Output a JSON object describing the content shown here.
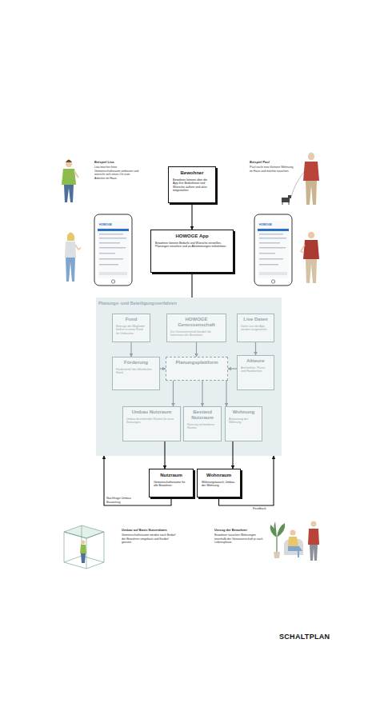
{
  "diagram": {
    "nodes": [
      {
        "text": [
          "Bewohner",
          "Bewohner können über die App ihre Bedürfnisse und Wünsche äußern und aktiv mitgestalten."
        ]
      },
      {
        "text": [
          "HOWOGE App",
          "Bewohner können Bedarfe und Wünsche einstellen, Planungen einsehen und an Abstimmungen teilnehmen."
        ]
      },
      {
        "text": [
          "Planungs- und Beteiligungsverfahren"
        ]
      },
      {
        "text": [
          "Fond",
          "Beiträge der Mitglieder fließen in einen Fond für Umbauten."
        ],
        "in": 2
      },
      {
        "text": [
          "HOWOGE Genossenschaft",
          "Die Genossenschaft bündelt die Interessen der Bewohner."
        ],
        "in": 2
      },
      {
        "text": [
          "Live Daten",
          "Daten aus der App werden ausgewertet."
        ],
        "in": 2
      },
      {
        "text": [
          "Förderung",
          "Fördermittel der öffentlichen Hand."
        ],
        "in": 2
      },
      {
        "text": [
          "Planungsplattform"
        ],
        "in": 2
      },
      {
        "text": [
          "Akteure",
          "Architekten, Planer und Handwerker."
        ],
        "in": 2
      },
      {
        "text": [
          "Umbau Nutzraum",
          "Umbau bestehender Räume für neue Nutzungen."
        ],
        "in": 2
      },
      {
        "text": [
          "Bestand Nutzraum",
          "Nutzung vorhandener Räume."
        ],
        "in": 2
      },
      {
        "text": [
          "Wohnung",
          "Anpassung der Wohnung."
        ],
        "in": 2
      },
      {
        "text": [
          "Nutzraum",
          "Gemeinschaftsräume für alle Bewohner."
        ]
      },
      {
        "text": [
          "Wohnraum",
          "Wohnungstausch, Umbau der Wohnung."
        ]
      }
    ],
    "edges": [
      {
        "from": 0,
        "to": 1,
        "arrow": "to"
      },
      {
        "from": 1,
        "to": 2,
        "arrow": "none"
      },
      {
        "from": 3,
        "to": 6,
        "arrow": "to"
      },
      {
        "from": 4,
        "to": 7,
        "arrow": "to"
      },
      {
        "from": 5,
        "to": 8,
        "arrow": "to"
      },
      {
        "from": 6,
        "to": 7,
        "arrow": "to"
      },
      {
        "from": 8,
        "to": 7,
        "arrow": "to"
      },
      {
        "from": 7,
        "to": 9,
        "arrow": "to"
      },
      {
        "from": 7,
        "to": 10,
        "arrow": "to"
      },
      {
        "from": 7,
        "to": 11,
        "arrow": "to"
      },
      {
        "from": 9,
        "to": 12,
        "arrow": "to"
      },
      {
        "from": 11,
        "to": 13,
        "arrow": "to"
      },
      {
        "from": 12,
        "to": 2,
        "arrow": "to",
        "label": "Nachfrage Umbau Bauantrag"
      },
      {
        "from": 13,
        "to": 2,
        "arrow": "to",
        "label": "Feedback"
      }
    ],
    "labels": [
      "Beispiel Lisa",
      "Lisa möchte ihren Gemeinschaftsraum umbauen und wünscht sich einen Ort zum Arbeiten im Haus.",
      "Beispiel Paul",
      "Paul sucht eine kleinere Wohnung im Haus und möchte tauschen.",
      "HOWOGE",
      "HOWOGE",
      "Umbau auf Basis Nutzerdaten",
      "Gemeinschaftsräume werden nach Bedarf der Bewohner umgebaut und flexibel genutzt.",
      "Umzug der Bewohner",
      "Bewohner tauschen Wohnungen innerhalb der Genossenschaft je nach Lebensphase.",
      "SCHALTPLAN"
    ]
  }
}
